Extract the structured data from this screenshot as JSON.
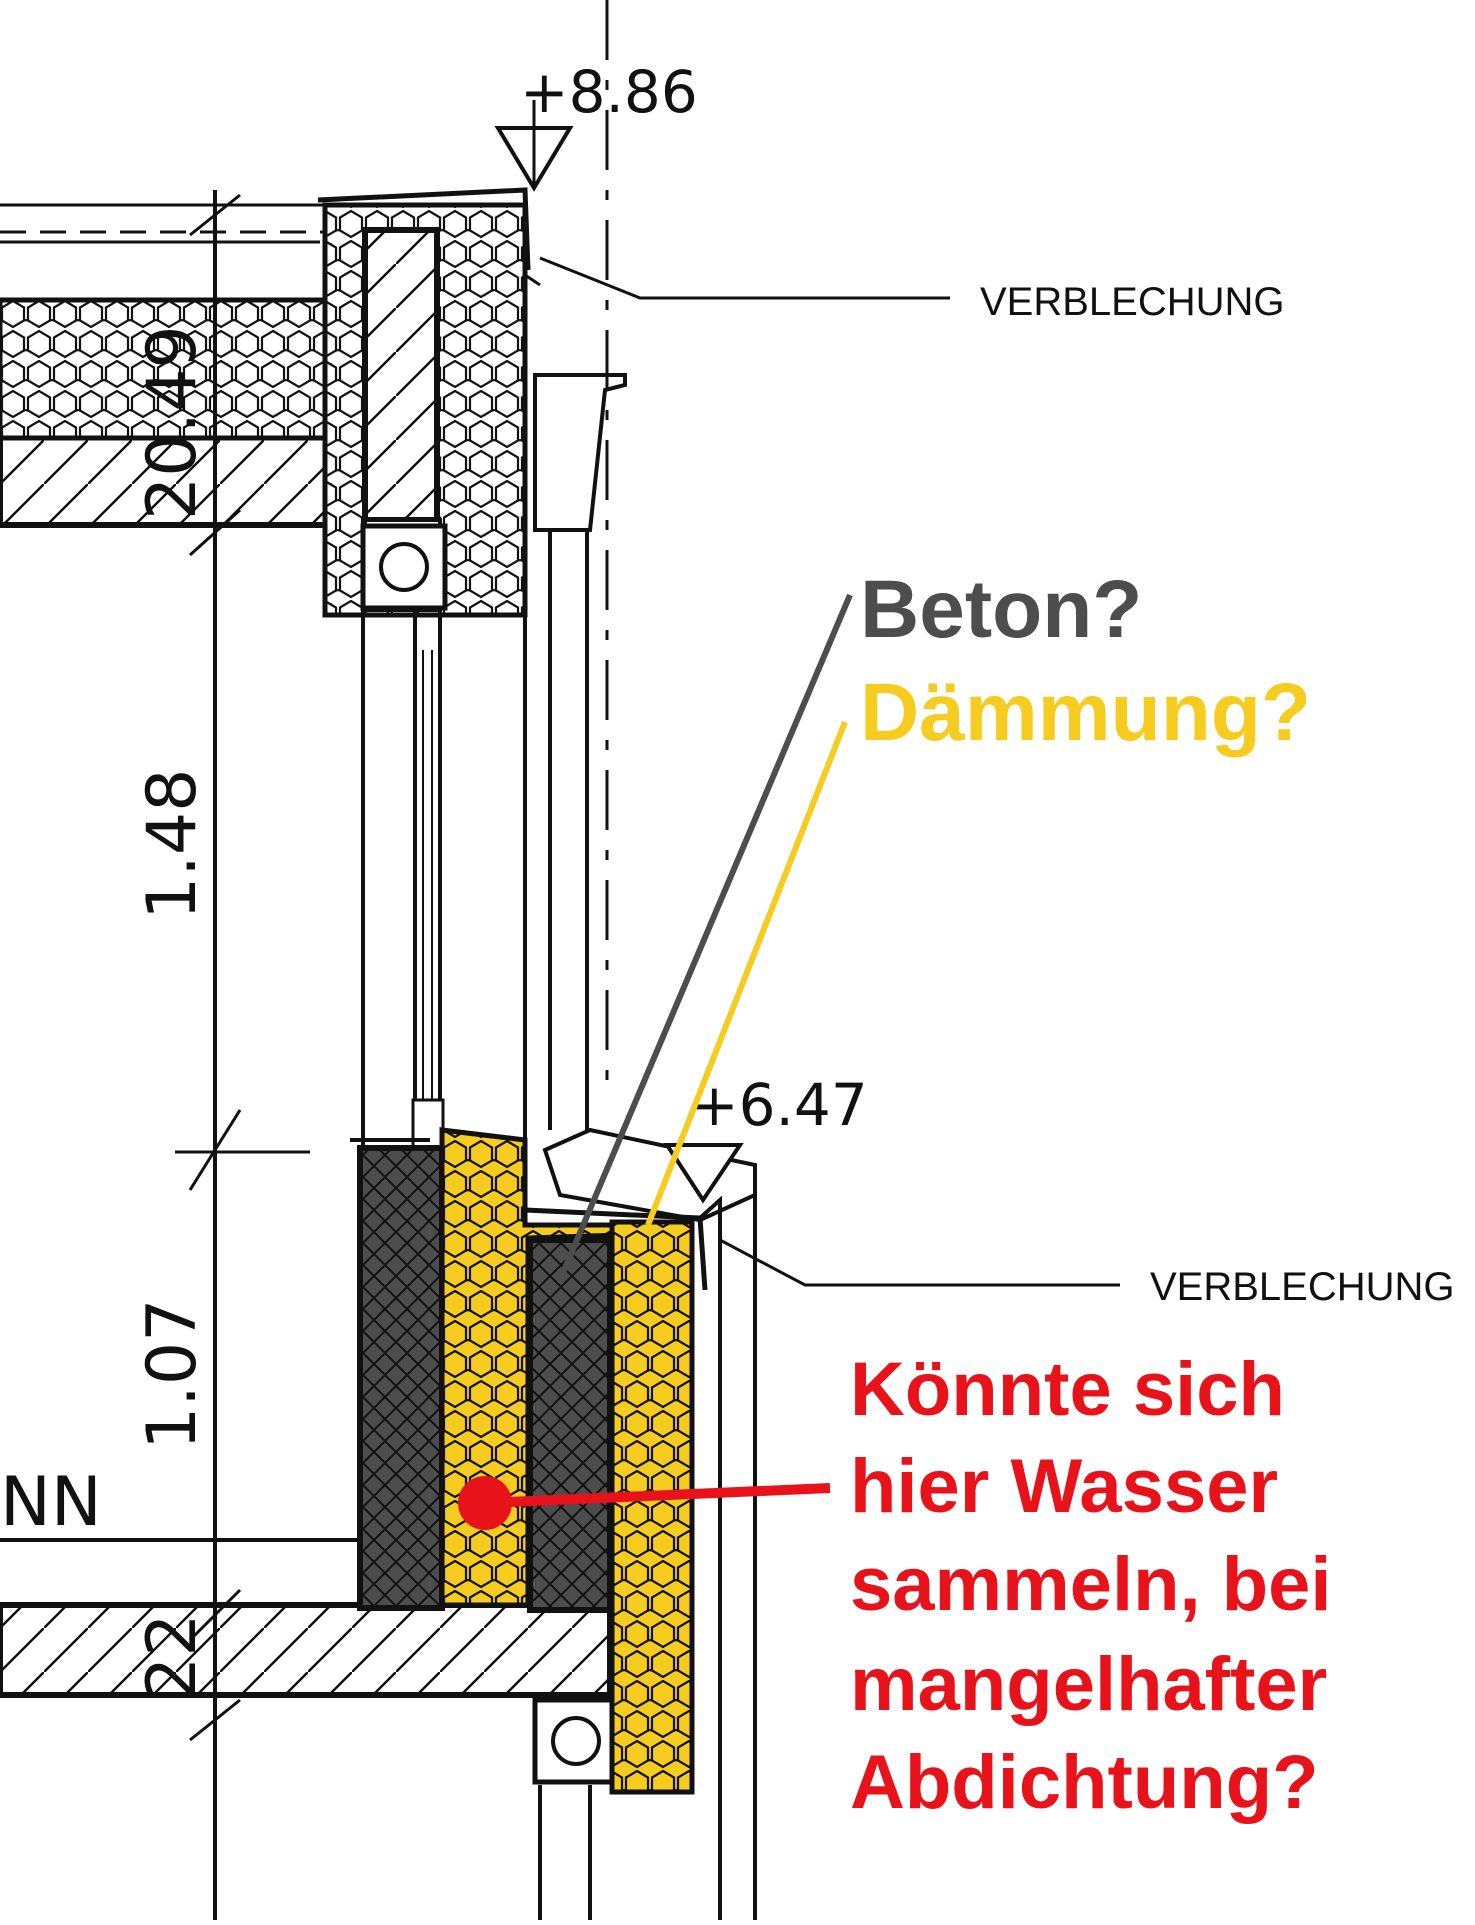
{
  "elevations": {
    "top": "+8.86",
    "bottom": "+6.47"
  },
  "dimensions": {
    "d1": "20.49",
    "d2": "1.48",
    "d3": "1.07",
    "d4": "22"
  },
  "labels": {
    "verblechung_top": "VERBLECHUNG",
    "verblechung_bottom": "VERBLECHUNG",
    "nn": "NN"
  },
  "annotations": {
    "beton": "Beton?",
    "daemmung": "Dämmung?",
    "question_lines": [
      "Könnte sich",
      "hier Wasser",
      "sammeln, bei",
      "mangelhafter",
      "Abdichtung?"
    ]
  },
  "colors": {
    "beton": "#4d4d4d",
    "daemmung": "#f5cc1f",
    "question": "#e8121b",
    "line": "#111111"
  }
}
